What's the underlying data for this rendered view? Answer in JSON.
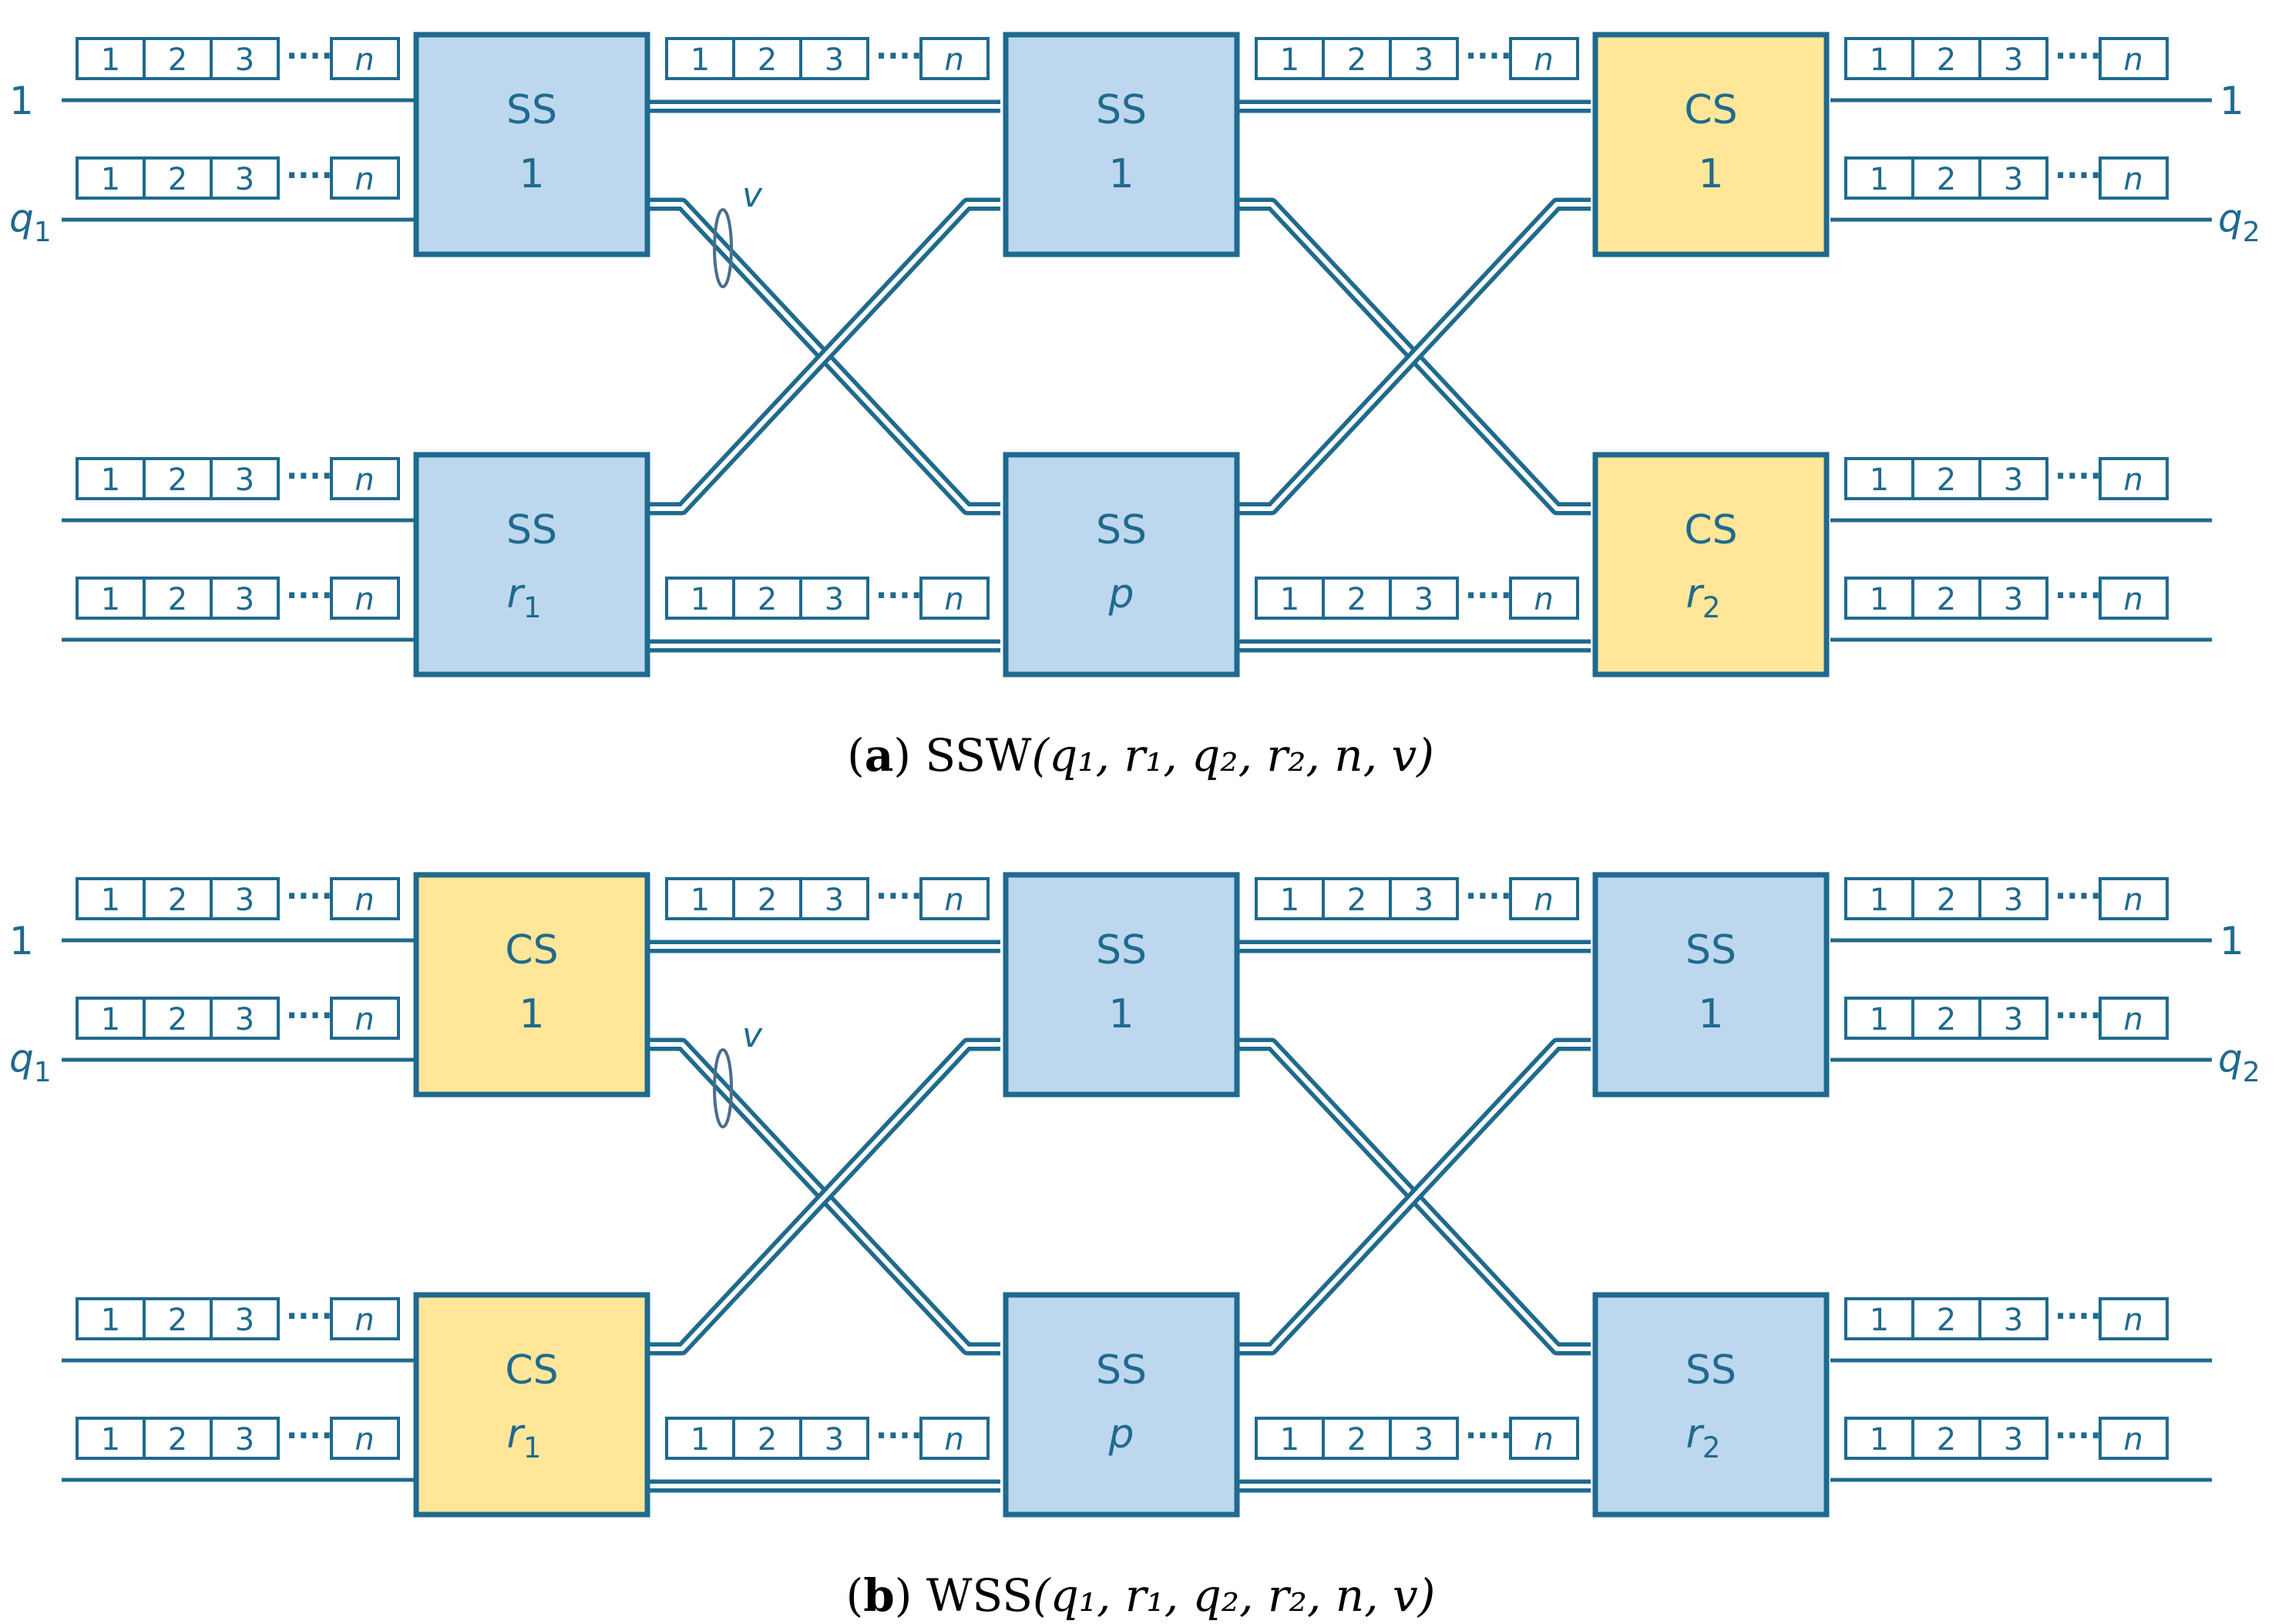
{
  "colors": {
    "stroke": "#1f6a8e",
    "space_fill": "#bdd7ee",
    "channel_fill": "#ffe699",
    "text": "#1f6a8e",
    "caption": "#000000"
  },
  "frame": {
    "labels": [
      "1",
      "2",
      "3"
    ],
    "last": "n",
    "dots": "····"
  },
  "port_labels": {
    "in_top": "1",
    "in_bottom_base": "q",
    "in_bottom_sub": "1",
    "out_top": "1",
    "out_bottom_base": "q",
    "out_bottom_sub": "2",
    "bundle": "v"
  },
  "diagrams": [
    {
      "id": "a",
      "caption": {
        "letter": "a",
        "func": "SSW",
        "args": "(q₁, r₁, q₂, r₂, n, v)"
      },
      "switches": [
        {
          "kind": "space",
          "type": "SS",
          "index": "1"
        },
        {
          "kind": "space",
          "type": "SS",
          "index": "r",
          "index_sub": "1"
        },
        {
          "kind": "space",
          "type": "SS",
          "index": "1"
        },
        {
          "kind": "space",
          "type": "SS",
          "index": "p"
        },
        {
          "kind": "channel",
          "type": "CS",
          "index": "1"
        },
        {
          "kind": "channel",
          "type": "CS",
          "index": "r",
          "index_sub": "2"
        }
      ]
    },
    {
      "id": "b",
      "caption": {
        "letter": "b",
        "func": "WSS",
        "args": "(q₁, r₁, q₂, r₂, n, v)"
      },
      "switches": [
        {
          "kind": "channel",
          "type": "CS",
          "index": "1"
        },
        {
          "kind": "channel",
          "type": "CS",
          "index": "r",
          "index_sub": "1"
        },
        {
          "kind": "space",
          "type": "SS",
          "index": "1"
        },
        {
          "kind": "space",
          "type": "SS",
          "index": "p"
        },
        {
          "kind": "space",
          "type": "SS",
          "index": "1"
        },
        {
          "kind": "space",
          "type": "SS",
          "index": "r",
          "index_sub": "2"
        }
      ]
    }
  ]
}
